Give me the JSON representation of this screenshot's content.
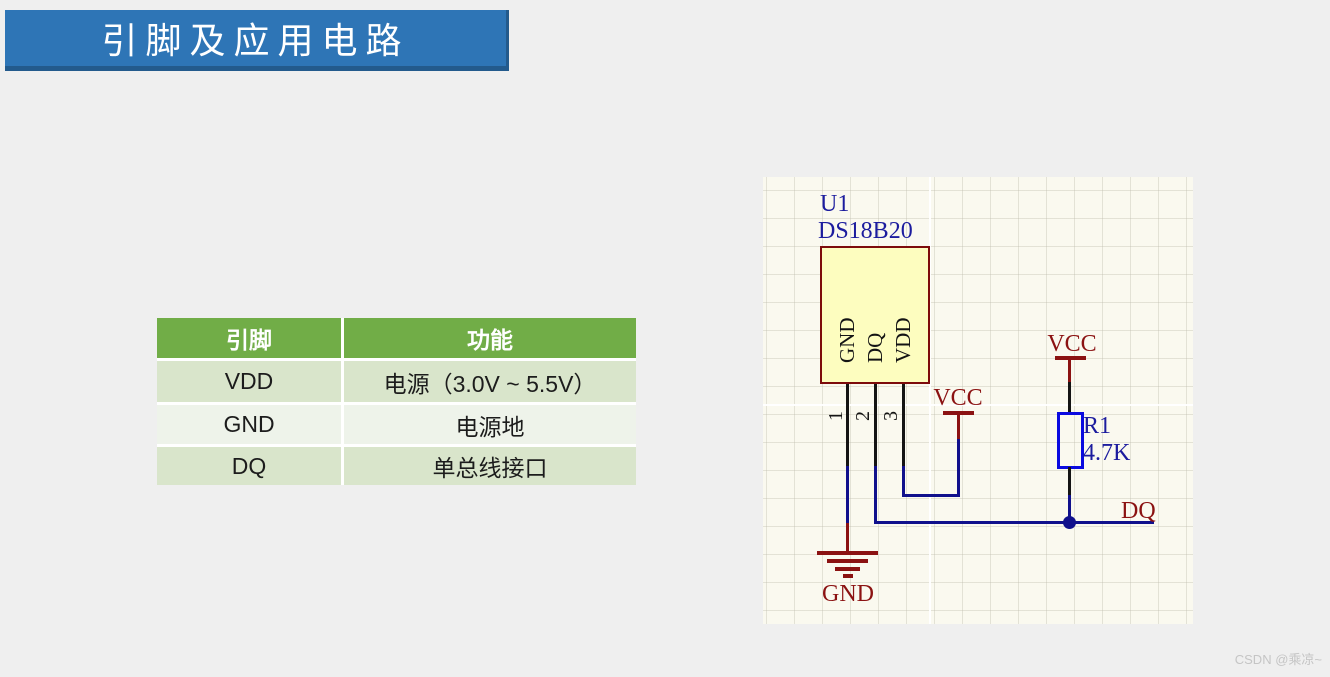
{
  "title": {
    "text": "引脚及应用电路"
  },
  "pin_table": {
    "headers": [
      "引脚",
      "功能"
    ],
    "rows": [
      {
        "pin": "VDD",
        "function": "电源（3.0V ~ 5.5V）"
      },
      {
        "pin": "GND",
        "function": "电源地"
      },
      {
        "pin": "DQ",
        "function": "单总线接口"
      }
    ]
  },
  "schematic": {
    "designator": "U1",
    "part_number": "DS18B20",
    "pins": [
      {
        "number": "1",
        "name": "GND"
      },
      {
        "number": "2",
        "name": "DQ"
      },
      {
        "number": "3",
        "name": "VDD"
      }
    ],
    "vcc_label": "VCC",
    "gnd_label": "GND",
    "dq_net_label": "DQ",
    "resistor": {
      "designator": "R1",
      "value": "4.7K"
    }
  },
  "watermark": {
    "text": "CSDN @乘凉~"
  },
  "colors": {
    "banner_blue": "#2e75b6",
    "banner_shadow": "#235a8c",
    "table_header_green": "#71ad47",
    "table_row_green": "#d9e5cb",
    "table_row_light": "#eef3ea",
    "schematic_bg": "#faf9ef",
    "ic_fill_yellow": "#fdfdbf",
    "ic_border_maroon": "#7d0b0b",
    "wire_black": "#141414",
    "wire_blue": "#10108c",
    "resistor_blue": "#0a0ae0",
    "label_blue": "#1c1c9e",
    "label_dark_red": "#8b1212"
  }
}
